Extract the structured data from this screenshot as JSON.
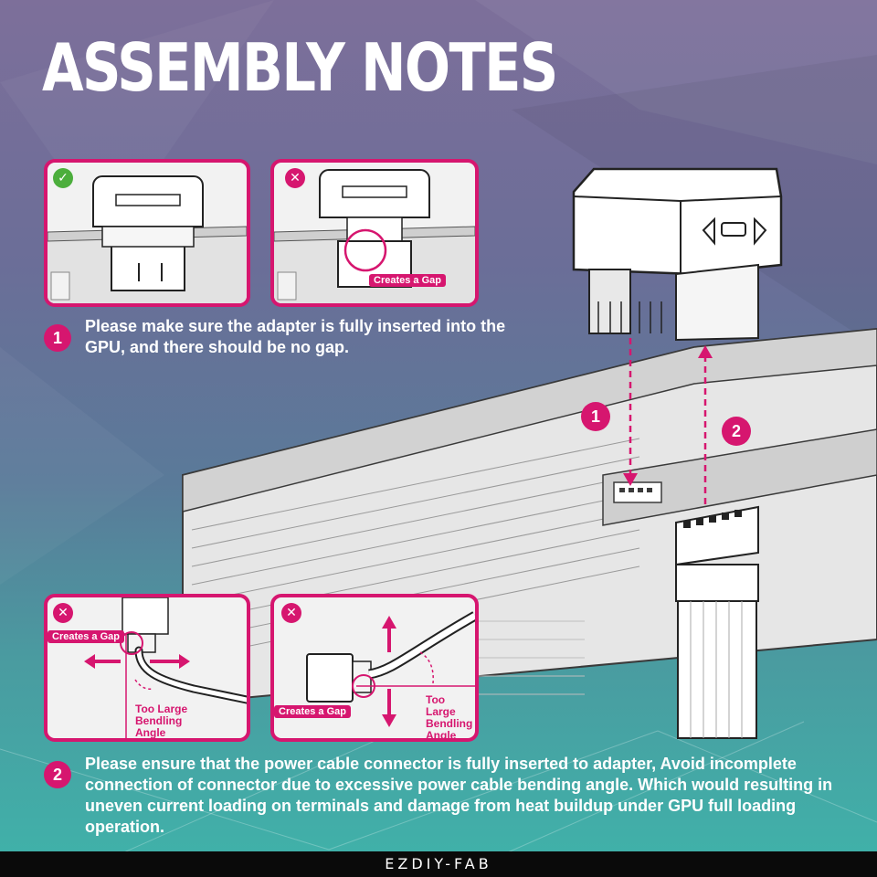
{
  "header": {
    "title": "ASSEMBLY NOTES"
  },
  "colors": {
    "accent": "#d6166f",
    "ok": "#4cae3c",
    "footer_bg": "#0a0a0a"
  },
  "panels": {
    "top_correct": {
      "icon": "checkmark-icon",
      "badge": "✓"
    },
    "top_wrong": {
      "icon": "cross-icon",
      "badge": "✕",
      "tag": "Creates a Gap"
    },
    "bottom_left": {
      "icon": "cross-icon",
      "badge": "✕",
      "tag": "Creates a Gap",
      "angle_label": "Too Large\nBendling\nAngle"
    },
    "bottom_right": {
      "icon": "cross-icon",
      "badge": "✕",
      "tag": "Creates a Gap",
      "angle_label": "Too Large\nBendling\nAngle"
    }
  },
  "steps": [
    {
      "number": "1",
      "text": "Please make sure the adapter is fully inserted into the GPU, and there should be no gap."
    },
    {
      "number": "2",
      "text": "Please ensure that the power cable connector is fully inserted to adapter, Avoid incomplete connection of connector due to excessive power cable bending angle. Which would resulting in uneven current loading on terminals and damage from heat buildup under GPU full loading operation."
    }
  ],
  "callouts": [
    "1",
    "2"
  ],
  "footer": {
    "brand": "EZDIY-FAB"
  }
}
